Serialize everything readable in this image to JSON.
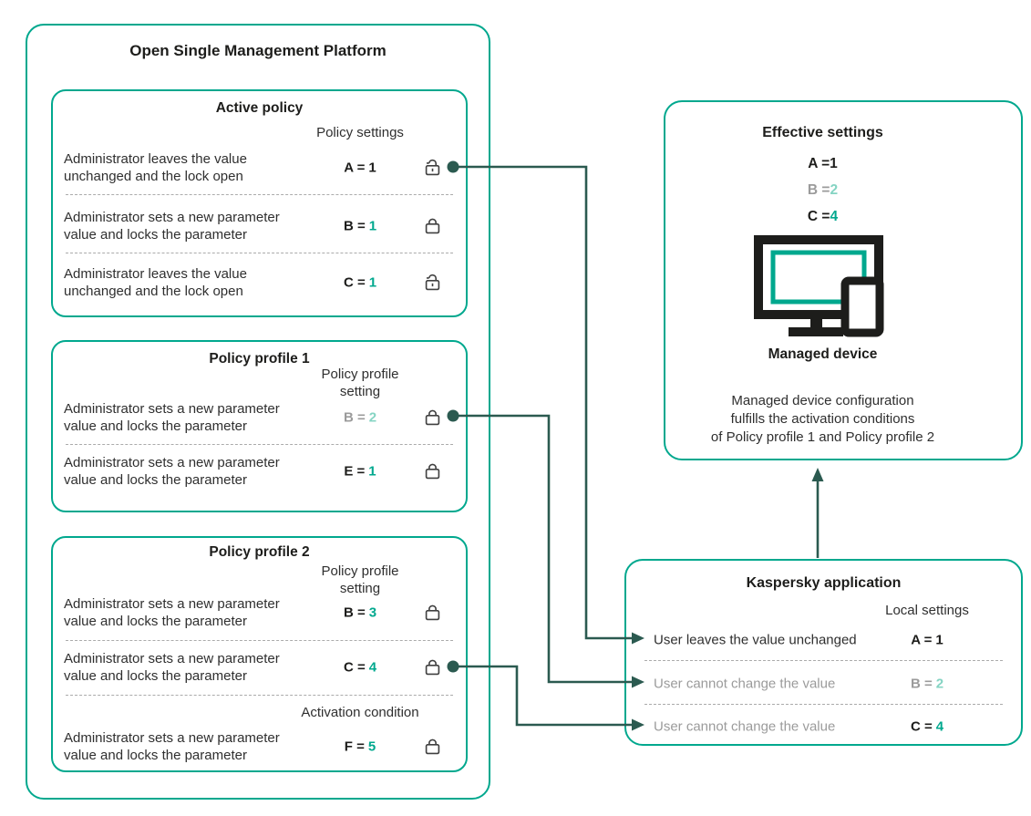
{
  "colors": {
    "border_teal": "#00A88E",
    "value_teal": "#00A88E",
    "value_mint": "#85D4C3",
    "muted_gray": "#9b9b9b",
    "connector_dark": "#2B5A50",
    "text_black": "#1D1D1B"
  },
  "platform": {
    "title": "Open Single Management Platform",
    "active_policy": {
      "title": "Active policy",
      "header": "Policy settings",
      "rows": [
        {
          "desc": "Administrator leaves the value\nunchanged  and the lock open",
          "param": "A =",
          "value": "1",
          "lock": "open"
        },
        {
          "desc": "Administrator sets a new parameter\nvalue and locks the parameter",
          "param": "B =",
          "value": "1",
          "lock": "closed"
        },
        {
          "desc": "Administrator leaves the value\nunchanged  and the lock open",
          "param": "C =",
          "value": "1",
          "lock": "open"
        }
      ]
    },
    "policy_profile_1": {
      "title": "Policy profile 1",
      "header": "Policy profile\nsetting",
      "rows": [
        {
          "desc": "Administrator sets a new parameter\nvalue and locks the parameter",
          "param": "B =",
          "value": "2",
          "lock": "closed"
        },
        {
          "desc": "Administrator sets a new parameter\nvalue and locks the parameter",
          "param": "E =",
          "value": "1",
          "lock": "closed"
        }
      ]
    },
    "policy_profile_2": {
      "title": "Policy profile 2",
      "header": "Policy profile\nsetting",
      "activation_header": "Activation condition",
      "rows": [
        {
          "desc": "Administrator sets a new parameter\nvalue and locks the parameter",
          "param": "B =",
          "value": "3",
          "lock": "closed"
        },
        {
          "desc": "Administrator sets a new parameter\nvalue and locks the parameter",
          "param": "C =",
          "value": "4",
          "lock": "closed"
        },
        {
          "desc": "Administrator sets a new parameter\nvalue and locks the parameter",
          "param": "F =",
          "value": "5",
          "lock": "closed"
        }
      ]
    }
  },
  "effective_settings": {
    "title": "Effective settings",
    "values": [
      {
        "param": "A =",
        "value": "1"
      },
      {
        "param": "B =",
        "value": "2"
      },
      {
        "param": "C =",
        "value": "4"
      }
    ],
    "icon": "desktop-and-phone-icon",
    "device_label": "Managed device",
    "note": "Managed device configuration\nfulfills the activation conditions\nof Policy profile 1 and Policy profile 2"
  },
  "kaspersky_application": {
    "title": "Kaspersky application",
    "header": "Local settings",
    "rows": [
      {
        "desc": "User leaves the value unchanged",
        "param": "A =",
        "value": "1"
      },
      {
        "desc": "User cannot change the value",
        "param": "B =",
        "value": "2"
      },
      {
        "desc": "User cannot change the value",
        "param": "C =",
        "value": "4"
      }
    ]
  }
}
